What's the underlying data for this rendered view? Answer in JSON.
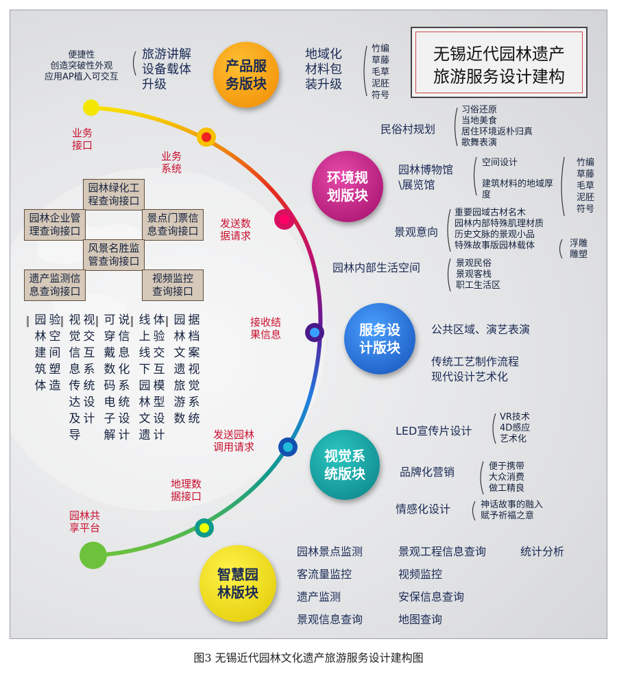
{
  "title": "无锡近代园林遗产\n旅游服务设计建构",
  "caption": "图3 无锡近代园林文化遗产旅游服务设计建构图",
  "colors": {
    "product": "#f5a000",
    "environment": "#b80e7a",
    "service": "#1f6fd0",
    "visual": "#0f8f90",
    "smart": "#f0e000",
    "interface_red": "#c8102e",
    "box_fill": "#d6c9b9"
  },
  "arc_labels": {
    "business_interface": "业务\n接口",
    "business_system": "业务\n系统",
    "send_request": "发送数\n据请求",
    "receive_result": "接收结\n果信息",
    "send_garden_call": "发送园林\n调用请求",
    "geo_interface": "地理数\n据接口",
    "shared_platform": "园林共\n享平台"
  },
  "modules": {
    "product": "产品服\n务版块",
    "environment": "环境规\n划版块",
    "service": "服务设\n计版块",
    "visual": "视觉系\n统版块",
    "smart": "智慧园\n林版块"
  },
  "product_section": {
    "left_notes": "便捷性\n创造突破性外观\n应用AP植入可交互",
    "guide": "旅游讲解\n设备载体\n升级",
    "material": "地域化\n材料包\n装升级",
    "material_items": "竹编\n草藤\n毛草\n泥胚\n符号"
  },
  "environment_section": {
    "folk_village": "民俗村规划",
    "folk_items": "习俗还原\n当地美食\n居住环境返朴归真\n歌舞表演",
    "museum": "园林博物馆\n\\展览馆",
    "museum_items_1": "空间设计",
    "museum_items_2": "建筑材料的地域厚\n度",
    "museum_materials": "竹编\n草藤\n毛草\n泥胚\n符号",
    "landscape": "景观意向",
    "landscape_items": "重要园域古材名木\n园林内部特殊肌理材质\n历史文脉的景观小品\n特殊故事版园林载体",
    "sculpture": "浮雕\n雕塑",
    "living_space": "园林内部生活空间",
    "living_items": "景观民俗\n景观客栈\n职工生活区"
  },
  "service_section": {
    "public": "公共区域、演艺表演",
    "craft": "传统工艺制作流程\n现代设计艺术化"
  },
  "visual_section": {
    "led": "LED宣传片设计",
    "led_items": "VR技术\n4D感应\n艺术化",
    "brand": "品牌化营销",
    "brand_items": "便于携带\n大众消费\n做工精良",
    "emotion": "情感化设计",
    "emotion_items": "神话故事的融入\n赋予祈福之意"
  },
  "smart_section": {
    "col1": [
      "园林景点监测",
      "客流量监控",
      "遗产监测",
      "景观信息查询"
    ],
    "col2": [
      "景观工程信息查询",
      "视频监控",
      "安保信息查询",
      "地图查询"
    ],
    "col3": "统计分析"
  },
  "interfaces": {
    "greening": "园林绿化工\n程查询接口",
    "enterprise": "园林企业管\n理查询接口",
    "ticket": "景点门票信\n息查询接口",
    "scenic": "风景名胜监\n管查询接口",
    "heritage": "遗产监测信\n息查询接口",
    "video": "视频监控\n查询接口"
  },
  "vertical_columns": [
    "园林建筑体验空间塑造",
    "视觉信息传达及导视交互系统设计",
    "可穿戴数码电子解说信息化系统设计",
    "线上线下园林文遗体验交互模型设计",
    "园林文遗旅游数据档案视觉系统"
  ]
}
